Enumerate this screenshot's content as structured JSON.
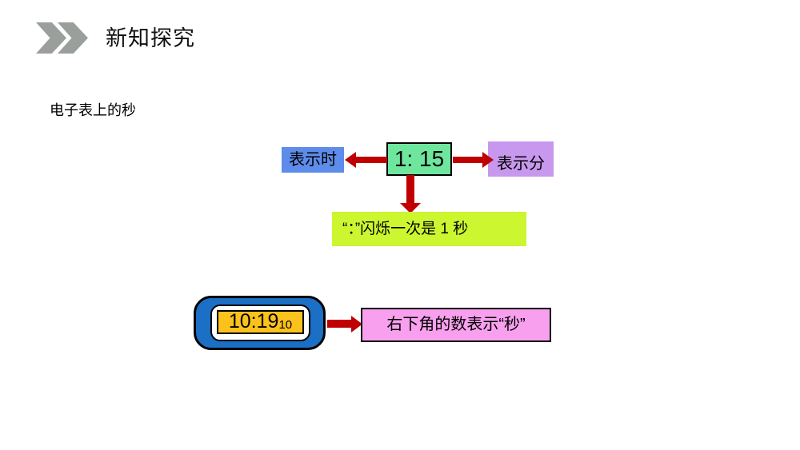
{
  "header": {
    "title": "新知探究",
    "bullet_icon": "double-chevron-right-icon"
  },
  "subtitle": "电子表上的秒",
  "diagram_top": {
    "clock_display": "1: 15",
    "hour_label": "表示时",
    "minute_label": "表示分",
    "colon_note": "“：”闪烁一次是 1 秒"
  },
  "diagram_bottom": {
    "watch_time": "10:19",
    "watch_seconds": "10",
    "seconds_note": "右下角的数表示“秒”"
  },
  "colors": {
    "chevron_gray": "#9a9f9b",
    "hour_box_blue": "#5e8cea",
    "clock_box_green": "#6fe69e",
    "minute_box_purple": "#c897ee",
    "note_box_chartreuse": "#ccf62f",
    "arrow_dark_red": "#c00000",
    "watch_body_blue": "#1b6fc4",
    "watch_display_orange": "#fbc11c",
    "seconds_box_pink": "#f8a0ee"
  }
}
